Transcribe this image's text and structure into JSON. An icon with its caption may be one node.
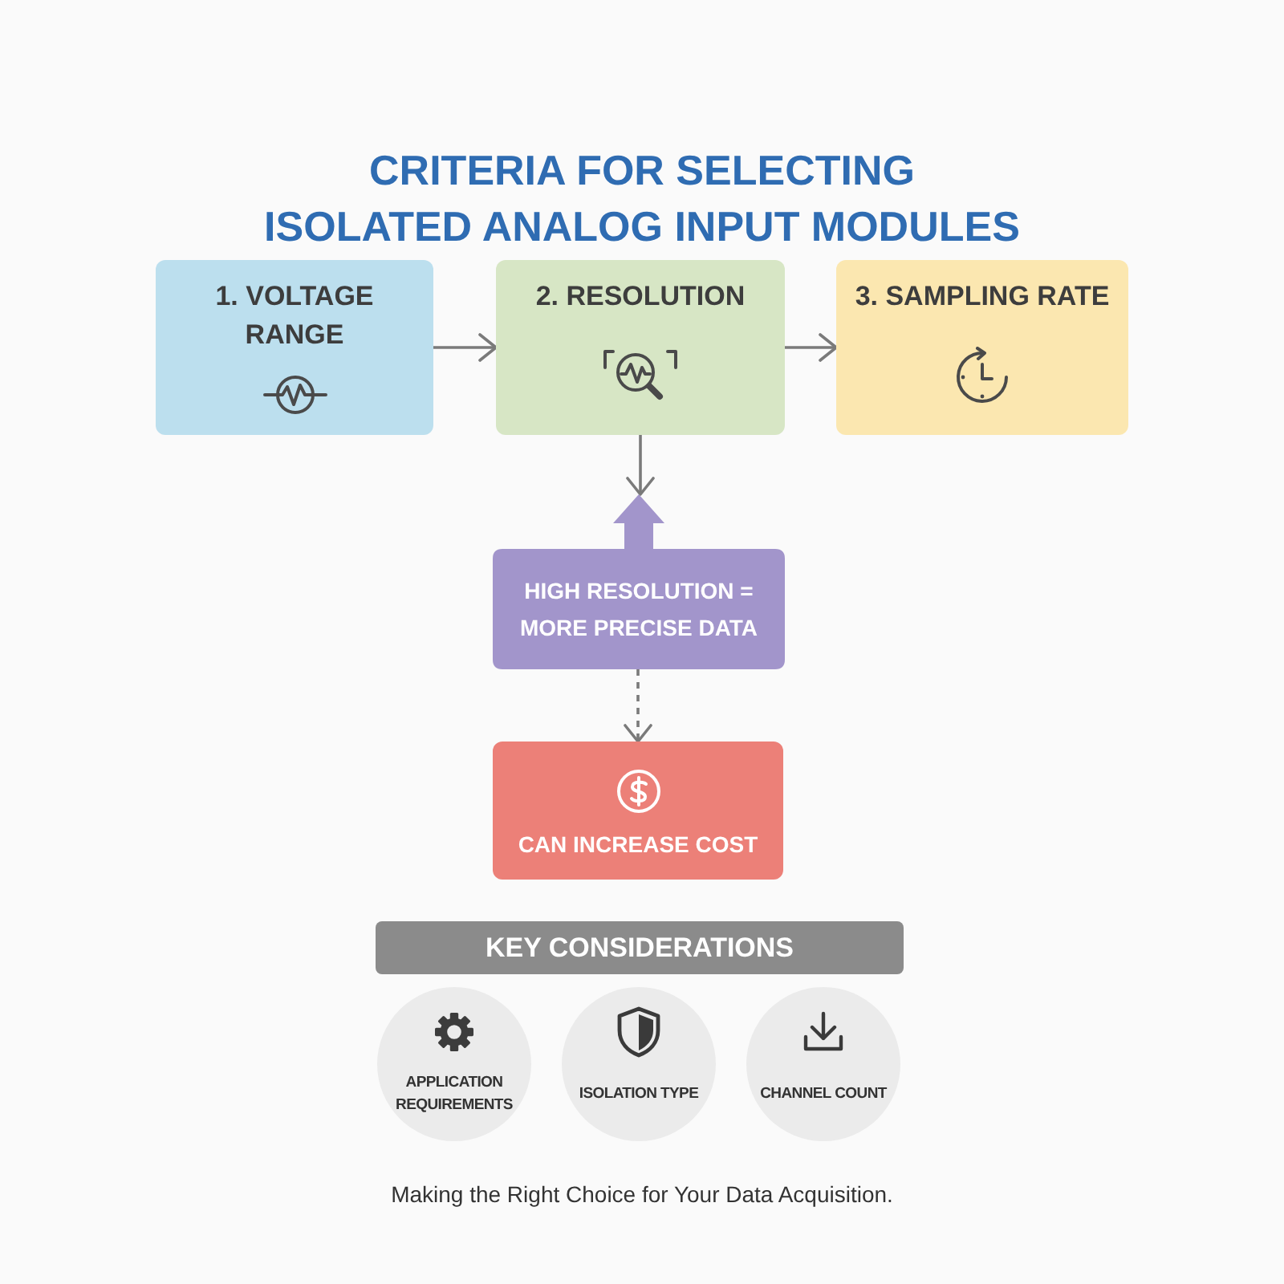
{
  "diagram": {
    "title": "CRITERIA FOR SELECTING ISOLATED ANALOG INPUT MODULES",
    "caption": "Making the Right Choice for Your Data Acquisition.",
    "nodes": [
      {
        "text": [
          "1. VOLTAGE RANGE"
        ]
      },
      {
        "text": [
          "2. RESOLUTION"
        ]
      },
      {
        "text": [
          "3. SAMPLING RATE"
        ]
      },
      {
        "text": [
          "HIGH RESOLUTION = MORE PRECISE DATA"
        ]
      },
      {
        "text": [
          "CAN INCREASE COST"
        ]
      },
      {
        "text": [
          "KEY CONSIDERATIONS"
        ]
      },
      {
        "text": [
          "APPLICATION REQUIREMENTS"
        ]
      },
      {
        "text": [
          "ISOLATION TYPE"
        ]
      },
      {
        "text": [
          "CHANNEL COUNT"
        ]
      }
    ],
    "edges": [
      {
        "from": 0,
        "to": 1,
        "arrow": "to"
      },
      {
        "from": 1,
        "to": 2,
        "arrow": "to"
      },
      {
        "from": 1,
        "to": 3,
        "arrow": "to"
      },
      {
        "from": 3,
        "to": 4,
        "arrow": "to",
        "style": "dashed"
      }
    ]
  }
}
